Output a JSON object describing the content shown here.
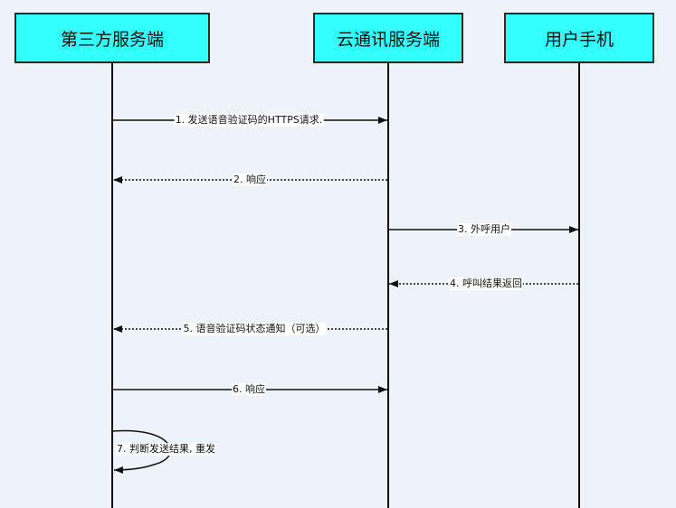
{
  "actors": [
    {
      "label": "第三方服务端"
    },
    {
      "label": "云通讯服务端"
    },
    {
      "label": "用户手机"
    }
  ],
  "messages": [
    {
      "label": "1. 发送语音验证码的HTTPS请求.",
      "from": 0,
      "to": 1,
      "style": "solid"
    },
    {
      "label": "2. 响应",
      "from": 1,
      "to": 0,
      "style": "dotted"
    },
    {
      "label": "3. 外呼用户",
      "from": 1,
      "to": 2,
      "style": "solid"
    },
    {
      "label": "4. 呼叫结果返回",
      "from": 2,
      "to": 1,
      "style": "dotted"
    },
    {
      "label": "5. 语音验证码状态通知（可选）",
      "from": 1,
      "to": 0,
      "style": "dotted"
    },
    {
      "label": "6. 响应",
      "from": 0,
      "to": 1,
      "style": "solid"
    },
    {
      "label": "7. 判断发送结果, 重发",
      "from": 0,
      "to": 0,
      "style": "solid"
    }
  ],
  "colors": {
    "background": "#eef3fa",
    "actor_fill": "#33ffff",
    "line": "#111111"
  }
}
